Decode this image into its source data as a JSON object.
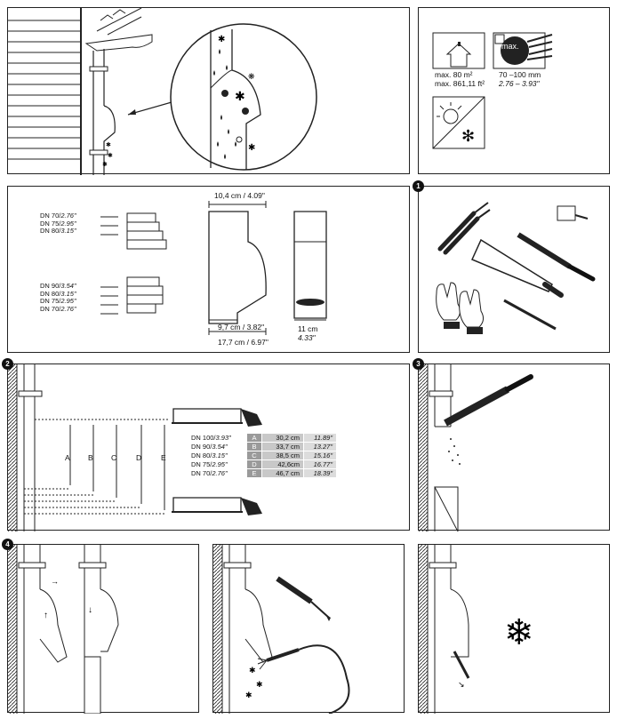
{
  "specs": {
    "roof_area": [
      "max. 80 m²",
      "max. 861,11 ft²"
    ],
    "max_label": "max.",
    "diameter": [
      "70 –100 mm",
      "2.76 – 3.93\""
    ]
  },
  "dimensions": {
    "top_width": "10,4 cm / 4.09\"",
    "bottom_width": "9,7 cm / 3.82\"",
    "total_width": "17,7 cm / 6.97\"",
    "side_width": [
      "11 cm",
      "4.33\""
    ]
  },
  "dn_lists": {
    "group1": [
      [
        "DN 70/",
        "2.76\""
      ],
      [
        "DN 75/",
        "2.95\""
      ],
      [
        "DN 80/",
        "3.15\""
      ]
    ],
    "group2": [
      [
        "DN 90/",
        "3.54\""
      ],
      [
        "DN 80/",
        "3.15\""
      ],
      [
        "DN 75/",
        "2.95\""
      ],
      [
        "DN 70/",
        "2.76\""
      ]
    ]
  },
  "steps": {
    "s1": "1",
    "s2": "2",
    "s3": "3",
    "s4": "4"
  },
  "cut_table": {
    "dn": [
      [
        "DN 100/",
        "3.93\""
      ],
      [
        "DN 90/",
        "3.54\""
      ],
      [
        "DN 80/",
        "3.15\""
      ],
      [
        "DN 75/",
        "2.95\""
      ],
      [
        "DN 70/",
        "2.76\""
      ]
    ],
    "letters": [
      "A",
      "B",
      "C",
      "D",
      "E"
    ],
    "cm": [
      "30,2 cm",
      "33,7 cm",
      "38,5 cm",
      "42,6cm",
      "46,7 cm"
    ],
    "inch": [
      "11.89\"",
      "13.27\"",
      "15.16\"",
      "16.77\"",
      "18.39\""
    ]
  }
}
